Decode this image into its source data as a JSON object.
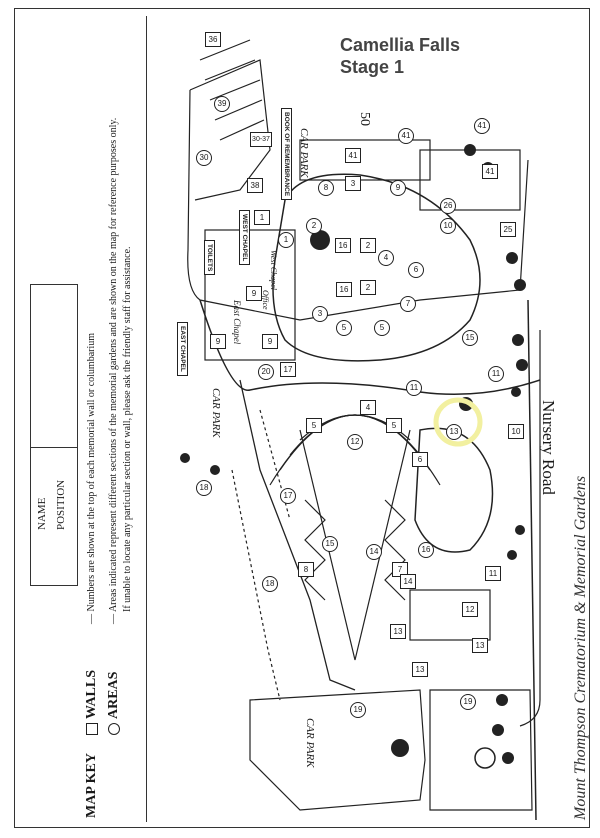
{
  "title": {
    "line1": "Camellia Falls",
    "line2": "Stage 1"
  },
  "footer_title": "Mount Thompson Crematorium & Memorial Gardens",
  "road": "Nursery Road",
  "form": {
    "name_label": "NAME",
    "position_label": "POSITION"
  },
  "key": {
    "heading": "MAP KEY",
    "walls_label": "WALLS",
    "areas_label": "AREAS",
    "walls_desc": "Numbers are shown at the top of each memorial wall or columbarium",
    "areas_desc_1": "Areas indicated represent different sections of the memorial gardens and are shown on the map for reference purposes only.",
    "areas_desc_2": "If unable to locate any particular section or wall, please ask the friendly staff for assistance."
  },
  "labels": {
    "car_park_top": "CAR PARK",
    "car_park_mid": "CAR PARK",
    "car_park_bottom": "CAR PARK",
    "book": "BOOK OF REMEMBRANCE",
    "west_chapel": "WEST CHAPEL",
    "toilets": "TOILETS",
    "east_chapel_box": "EAST CHAPEL",
    "east_chapel": "East Chapel",
    "west_chapel_inner": "West Chapel",
    "office": "Office",
    "sign_50": "50"
  },
  "walls": [
    {
      "id": "36",
      "label": "36"
    },
    {
      "id": "30-37",
      "label": "30-37"
    },
    {
      "id": "38",
      "label": "38"
    },
    {
      "id": "3a",
      "label": "3"
    },
    {
      "id": "41a",
      "label": "41"
    },
    {
      "id": "1",
      "label": "1"
    },
    {
      "id": "16a",
      "label": "16"
    },
    {
      "id": "2a",
      "label": "2"
    },
    {
      "id": "16b",
      "label": "16"
    },
    {
      "id": "2b",
      "label": "2"
    },
    {
      "id": "9a",
      "label": "9"
    },
    {
      "id": "9b",
      "label": "9"
    },
    {
      "id": "9c",
      "label": "9"
    },
    {
      "id": "17",
      "label": "17"
    },
    {
      "id": "4",
      "label": "4"
    },
    {
      "id": "5a",
      "label": "5"
    },
    {
      "id": "5b",
      "label": "5"
    },
    {
      "id": "6",
      "label": "6"
    },
    {
      "id": "8",
      "label": "8"
    },
    {
      "id": "7",
      "label": "7"
    },
    {
      "id": "13a",
      "label": "13"
    },
    {
      "id": "13b",
      "label": "13"
    },
    {
      "id": "12",
      "label": "12"
    },
    {
      "id": "13c",
      "label": "13"
    },
    {
      "id": "11",
      "label": "11"
    },
    {
      "id": "10",
      "label": "10"
    },
    {
      "id": "25",
      "label": "25"
    },
    {
      "id": "41b",
      "label": "41"
    },
    {
      "id": "14",
      "label": "14"
    }
  ],
  "areas": [
    {
      "id": "a30",
      "label": "30"
    },
    {
      "id": "a39",
      "label": "39"
    },
    {
      "id": "a41",
      "label": "41"
    },
    {
      "id": "a41b",
      "label": "41"
    },
    {
      "id": "a8",
      "label": "8"
    },
    {
      "id": "a9",
      "label": "9"
    },
    {
      "id": "a26",
      "label": "26"
    },
    {
      "id": "a10",
      "label": "10"
    },
    {
      "id": "a2",
      "label": "2"
    },
    {
      "id": "a4",
      "label": "4"
    },
    {
      "id": "a6",
      "label": "6"
    },
    {
      "id": "a7",
      "label": "7"
    },
    {
      "id": "a3",
      "label": "3"
    },
    {
      "id": "a5a",
      "label": "5"
    },
    {
      "id": "a5b",
      "label": "5"
    },
    {
      "id": "a1",
      "label": "1"
    },
    {
      "id": "a15",
      "label": "15"
    },
    {
      "id": "a11a",
      "label": "11"
    },
    {
      "id": "a11b",
      "label": "11"
    },
    {
      "id": "a20",
      "label": "20"
    },
    {
      "id": "a12",
      "label": "12"
    },
    {
      "id": "a13",
      "label": "13"
    },
    {
      "id": "a15b",
      "label": "15"
    },
    {
      "id": "a14",
      "label": "14"
    },
    {
      "id": "a18a",
      "label": "18"
    },
    {
      "id": "a17",
      "label": "17"
    },
    {
      "id": "a18b",
      "label": "18"
    },
    {
      "id": "a16",
      "label": "16"
    },
    {
      "id": "a19a",
      "label": "19"
    },
    {
      "id": "a19b",
      "label": "19"
    }
  ]
}
